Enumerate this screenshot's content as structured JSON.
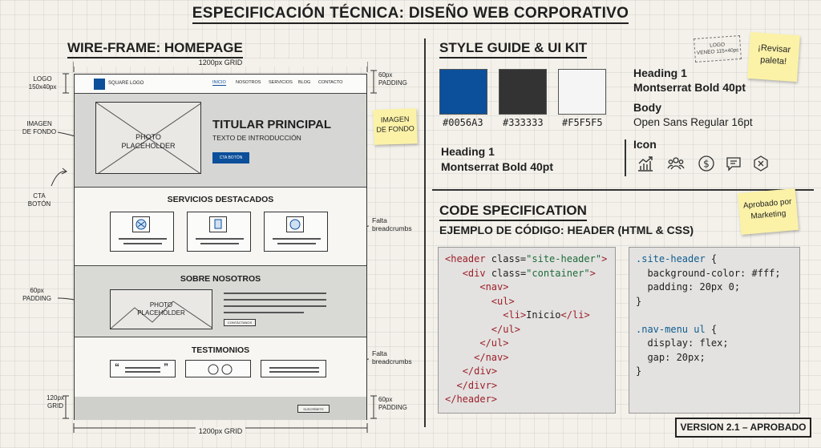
{
  "title": "ESPECIFICACIÓN TÉCNICA: DISEÑO WEB CORPORATIVO",
  "wireframe": {
    "heading": "WIRE-FRAME: HOMEPAGE",
    "grid_top": "1200px GRID",
    "grid_bottom": "1200px GRID",
    "logo_dim": "LOGO\n150x40px",
    "padding_top": "60px\nPADDING",
    "padding_left": "60px\nPADDING",
    "padding_bottom": "60px\nPADDING",
    "footer_dim": "120px\nGRID",
    "label_bg": "IMAGEN\nDE FONDO",
    "label_cta": "CTA\nBOTÓN",
    "missing_breadcrumbs_1": "Falta\nbreadcrumbs",
    "missing_breadcrumbs_2": "Falta\nbreadcrumbs",
    "sticky_bg": "IMAGEN\nDE FONDO",
    "nav": {
      "logo": "SQUARE LOGO",
      "links": [
        "INICIO",
        "NOSOTROS",
        "SERVICIOS",
        "BLOG",
        "CONTACTO"
      ]
    },
    "hero": {
      "photo": "PHOTO\nPLACEHOLDER",
      "headline": "TITULAR PRINCIPAL",
      "intro": "TEXTO DE INTRODUCCIÓN",
      "cta": "CTA BOTÓN"
    },
    "services_title": "SERVICIOS DESTACADOS",
    "about_title": "SOBRE NOSOTROS",
    "about_photo": "PHOTO\nPLACEHOLDER",
    "about_button": "CONTÁCTANOS",
    "testimonials_title": "TESTIMONIOS",
    "footer_button": "SUSCRÍBETE"
  },
  "style_guide": {
    "heading": "STYLE GUIDE & UI KIT",
    "swatches": [
      {
        "hex": "#0056A3",
        "color": "#0c4f9a"
      },
      {
        "hex": "#333333",
        "color": "#333333"
      },
      {
        "hex": "#F5F5F5",
        "color": "#f5f5f5"
      }
    ],
    "sticky_review": "¡Revisar\npaleta!",
    "logo_stamp": "LOGO\nVENEO 115×40pc",
    "type_h1_label": "Heading 1",
    "type_h1_spec": "Montserrat Bold 40pt",
    "type_body_label": "Body",
    "type_body_spec": "Open Sans Regular 16pt",
    "type_h1b_label": "Heading 1",
    "type_h1b_spec": "Montserrat Bold 40pt",
    "icon_label": "Icon",
    "icons": [
      "chart-growth-icon",
      "team-icon",
      "dollar-icon",
      "chat-icon",
      "close-icon"
    ]
  },
  "code_spec": {
    "heading": "CODE SPECIFICATION",
    "subheading": "EJEMPLO DE CÓDIGO: HEADER (HTML & CSS)",
    "sticky_approved": "Aprobado por\nMarketing",
    "html_lines": [
      "<header class=\"site-header\">",
      "   <div class=\"container\">",
      "      <nav>",
      "        <ul>",
      "          <li>Inicio</li>",
      "        </ul>",
      "      </ul>",
      "     </nav>",
      "   </div>",
      "  </divr>",
      "</header>"
    ],
    "css_lines": [
      ".site-header {",
      "  background-color: #fff;",
      "  padding: 20px 0;",
      "}",
      "",
      ".nav-menu ul {",
      "  display: flex;",
      "  gap: 20px;",
      "}"
    ]
  },
  "version": "VERSION 2.1 – APROBADO"
}
